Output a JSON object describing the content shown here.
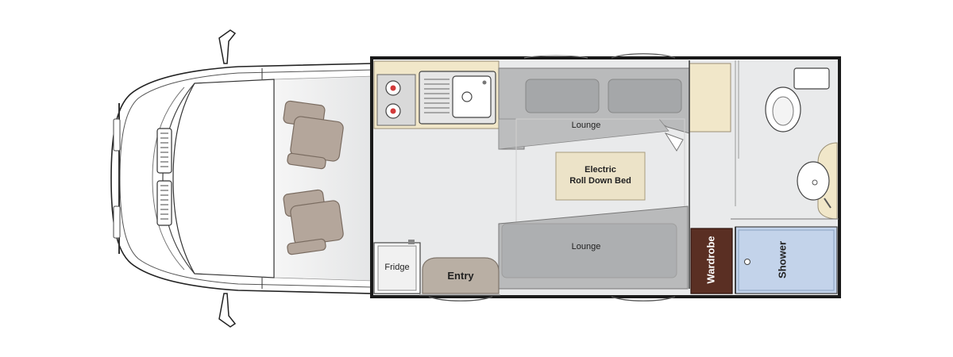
{
  "floorplan": {
    "labels": {
      "lounge_top": "Lounge",
      "lounge_bottom": "Lounge",
      "bed_line1": "Electric",
      "bed_line2": "Roll Down Bed",
      "fridge": "Fridge",
      "entry": "Entry",
      "wardrobe": "Wardrobe",
      "shower": "Shower"
    },
    "colors": {
      "floor": "#e9eaeb",
      "wall": "#1a1a1a",
      "kitchen_bench": "#f1e7c9",
      "lounge_seat": "#b9babb",
      "lounge_cushion": "#a5a7a9",
      "bed_panel": "#ece3c8",
      "cab_seat": "#b4a69b",
      "entry_step": "#b9afa4",
      "wardrobe": "#5a2f23",
      "shower": "#c3d3ea",
      "cooktop_burner": "#d23a3a"
    }
  }
}
